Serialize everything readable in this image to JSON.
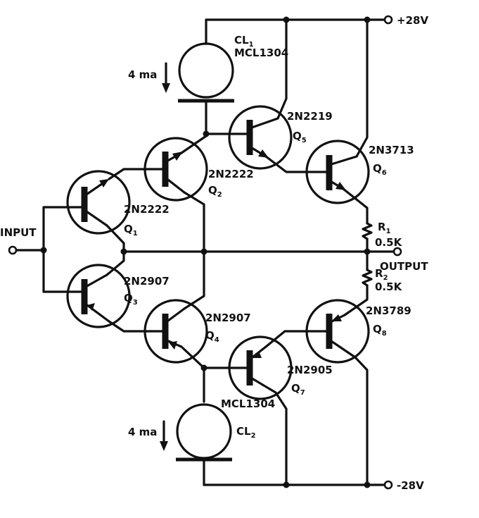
{
  "supply": {
    "positive": "+28V",
    "negative": "-28V"
  },
  "io": {
    "input": "INPUT",
    "output": "OUTPUT"
  },
  "current_limiters": [
    {
      "id": "CL1",
      "ref": "CL",
      "sub": "1",
      "part": "MCL1304",
      "current": "4 ma"
    },
    {
      "id": "CL2",
      "ref": "CL",
      "sub": "2",
      "part": "MCL1304",
      "current": "4 ma"
    }
  ],
  "transistors": [
    {
      "id": "Q1",
      "ref": "Q",
      "sub": "1",
      "part": "2N2222"
    },
    {
      "id": "Q2",
      "ref": "Q",
      "sub": "2",
      "part": "2N2222"
    },
    {
      "id": "Q3",
      "ref": "Q",
      "sub": "3",
      "part": "2N2907"
    },
    {
      "id": "Q4",
      "ref": "Q",
      "sub": "4",
      "part": "2N2907"
    },
    {
      "id": "Q5",
      "ref": "Q",
      "sub": "5",
      "part": "2N2219"
    },
    {
      "id": "Q6",
      "ref": "Q",
      "sub": "6",
      "part": "2N3713"
    },
    {
      "id": "Q7",
      "ref": "Q",
      "sub": "7",
      "part": "2N2905"
    },
    {
      "id": "Q8",
      "ref": "Q",
      "sub": "8",
      "part": "2N3789"
    }
  ],
  "resistors": [
    {
      "id": "R1",
      "ref": "R",
      "sub": "1",
      "value": "0.5K"
    },
    {
      "id": "R2",
      "ref": "R",
      "sub": "2",
      "value": "0.5K"
    }
  ]
}
